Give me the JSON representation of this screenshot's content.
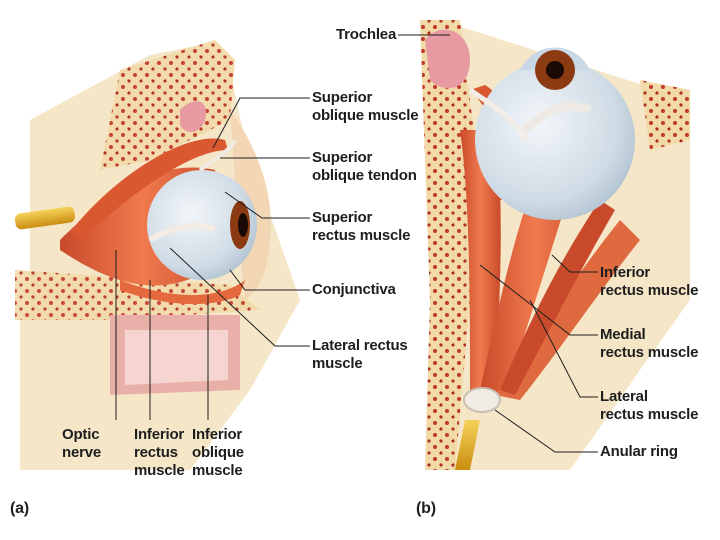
{
  "panel_a": {
    "panel_label": "(a)",
    "labels": {
      "superior_oblique_muscle": "Superior\noblique muscle",
      "superior_oblique_tendon": "Superior\noblique tendon",
      "superior_rectus_muscle": "Superior\nrectus muscle",
      "conjunctiva": "Conjunctiva",
      "lateral_rectus_muscle": "Lateral rectus\nmuscle",
      "optic_nerve": "Optic\nnerve",
      "inferior_rectus_muscle": "Inferior\nrectus\nmuscle",
      "inferior_oblique_muscle": "Inferior\noblique\nmuscle"
    }
  },
  "panel_b": {
    "panel_label": "(b)",
    "labels": {
      "trochlea": "Trochlea",
      "inferior_rectus_muscle": "Inferior\nrectus muscle",
      "medial_rectus_muscle": "Medial\nrectus muscle",
      "lateral_rectus_muscle": "Lateral\nrectus muscle",
      "anular_ring": "Anular ring"
    }
  },
  "colors": {
    "muscle": "#e0603a",
    "muscle_light": "#f0a080",
    "bone": "#f2d9a8",
    "bone_dots": "#c0392b",
    "sclera": "#d9e2ea",
    "iris": "#8b3a12",
    "nerve": "#e7b422"
  }
}
